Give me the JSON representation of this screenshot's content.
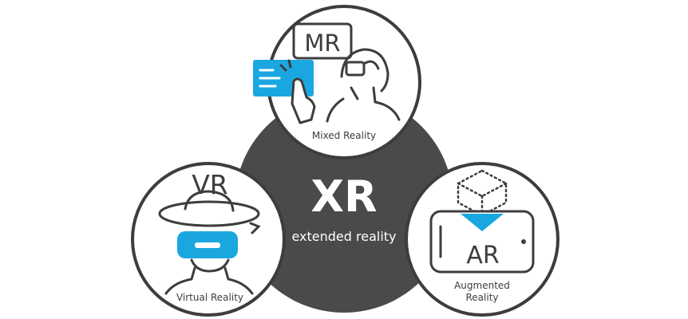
{
  "center": {
    "title": "XR",
    "subtitle": "extended reality"
  },
  "nodes": {
    "mr": {
      "badge": "MR",
      "caption": "Mixed Reality"
    },
    "vr": {
      "badge": "VR",
      "caption": "Virtual Reality"
    },
    "ar": {
      "badge": "AR",
      "caption_line1": "Augmented",
      "caption_line2": "Reality"
    }
  },
  "colors": {
    "hub": "#4a4a4a",
    "outline": "#3d3d3d",
    "accent": "#1aa7e0",
    "hub_text": "#ffffff",
    "ring_fill": "#ffffff"
  },
  "icons": {
    "mr": [
      "headset-user-icon",
      "touch-panel-icon",
      "pointing-finger-icon"
    ],
    "vr": [
      "vr-headset-icon",
      "rotation-arrow-icon"
    ],
    "ar": [
      "smartphone-icon",
      "hologram-cube-icon"
    ]
  }
}
